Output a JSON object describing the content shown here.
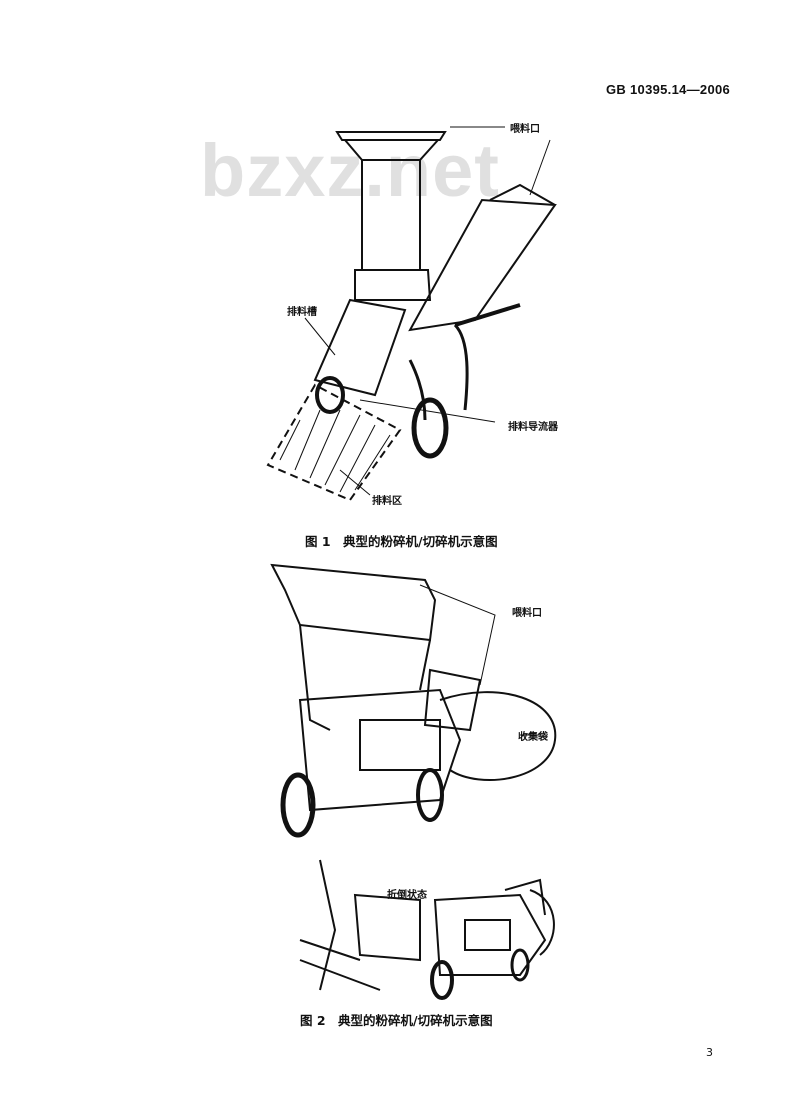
{
  "header": {
    "standard_number": "GB 10395.14—2006"
  },
  "watermark": "bzxz.net",
  "figure1": {
    "labels": {
      "feed_opening": "喂料口",
      "discharge_chute": "排料槽",
      "discharge_deflector": "排料导流器",
      "discharge_zone": "排料区"
    },
    "caption": "图 1　典型的粉碎机/切碎机示意图"
  },
  "figure2": {
    "labels": {
      "feed_opening": "喂料口",
      "collection_bag": "收集袋",
      "folded_state": "折倒状态"
    },
    "caption": "图 2　典型的粉碎机/切碎机示意图"
  },
  "footer": {
    "page_number": "3"
  }
}
